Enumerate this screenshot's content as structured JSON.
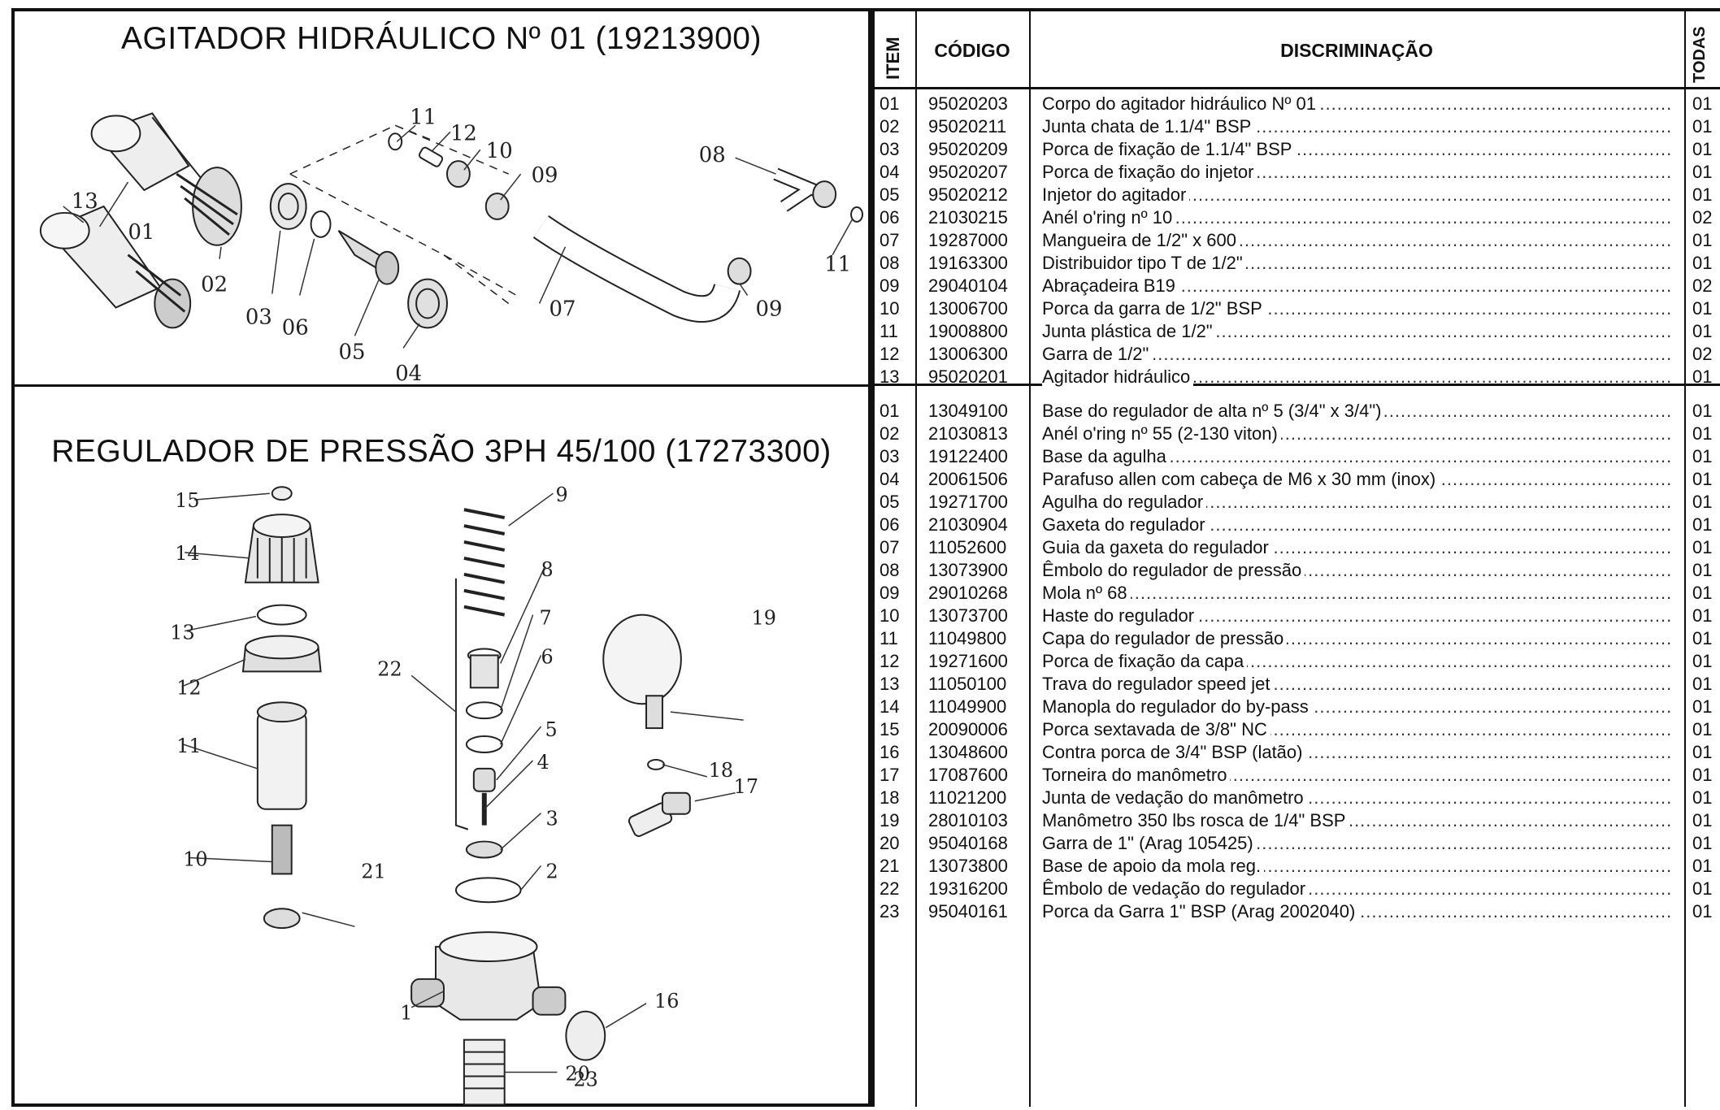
{
  "section1": {
    "title": "AGITADOR HIDRÁULICO Nº 01 (19213900)",
    "callouts": [
      "01",
      "02",
      "03",
      "04",
      "05",
      "06",
      "07",
      "08",
      "09",
      "09",
      "10",
      "11",
      "11",
      "12",
      "13"
    ]
  },
  "section2": {
    "title": "REGULADOR DE PRESSÃO 3PH 45/100 (17273300)",
    "callouts": [
      "1",
      "2",
      "3",
      "4",
      "5",
      "6",
      "7",
      "8",
      "9",
      "10",
      "11",
      "12",
      "13",
      "14",
      "15",
      "16",
      "17",
      "18",
      "19",
      "20",
      "21",
      "22",
      "23"
    ]
  },
  "table": {
    "headers": {
      "item": "ITEM",
      "code": "CÓDIGO",
      "desc": "DISCRIMINAÇÃO",
      "qty": "TODAS"
    },
    "dots": "........................................................................................................................................................................................................",
    "group1": [
      {
        "item": "01",
        "code": "95020203",
        "desc": "Corpo do agitador hidráulico Nº 01",
        "qty": "01"
      },
      {
        "item": "02",
        "code": "95020211",
        "desc": "Junta chata de 1.1/4\" BSP",
        "qty": "01"
      },
      {
        "item": "03",
        "code": "95020209",
        "desc": "Porca de fixação de 1.1/4\" BSP",
        "qty": "01"
      },
      {
        "item": "04",
        "code": "95020207",
        "desc": "Porca de fixação do injetor",
        "qty": "01"
      },
      {
        "item": "05",
        "code": "95020212",
        "desc": "Injetor do agitador",
        "qty": "01"
      },
      {
        "item": "06",
        "code": "21030215",
        "desc": "Anél o'ring nº 10",
        "qty": "02"
      },
      {
        "item": "07",
        "code": "19287000",
        "desc": "Mangueira de 1/2\" x 600",
        "qty": "01"
      },
      {
        "item": "08",
        "code": "19163300",
        "desc": "Distribuidor tipo T de 1/2\"",
        "qty": "01"
      },
      {
        "item": "09",
        "code": "29040104",
        "desc": "Abraçadeira B19",
        "qty": "02"
      },
      {
        "item": "10",
        "code": "13006700",
        "desc": "Porca da garra de 1/2\" BSP",
        "qty": "01"
      },
      {
        "item": "11",
        "code": "19008800",
        "desc": "Junta plástica de 1/2\"",
        "qty": "01"
      },
      {
        "item": "12",
        "code": "13006300",
        "desc": "Garra de 1/2\"",
        "qty": "02"
      },
      {
        "item": "13",
        "code": "95020201",
        "desc": "Agitador hidráulico",
        "qty": "01"
      }
    ],
    "group2": [
      {
        "item": "01",
        "code": "13049100",
        "desc": "Base do regulador de alta nº 5 (3/4\" x 3/4\")",
        "qty": "01"
      },
      {
        "item": "02",
        "code": "21030813",
        "desc": "Anél o'ring nº 55 (2-130 viton)",
        "qty": "01"
      },
      {
        "item": "03",
        "code": "19122400",
        "desc": "Base da agulha",
        "qty": "01"
      },
      {
        "item": "04",
        "code": "20061506",
        "desc": "Parafuso allen com cabeça de M6 x 30 mm (inox)",
        "qty": "01"
      },
      {
        "item": "05",
        "code": "19271700",
        "desc": "Agulha do regulador",
        "qty": "01"
      },
      {
        "item": "06",
        "code": "21030904",
        "desc": "Gaxeta do regulador",
        "qty": "01"
      },
      {
        "item": "07",
        "code": "11052600",
        "desc": "Guia da gaxeta do regulador",
        "qty": "01"
      },
      {
        "item": "08",
        "code": "13073900",
        "desc": "Êmbolo do regulador de pressão",
        "qty": "01"
      },
      {
        "item": "09",
        "code": "29010268",
        "desc": "Mola nº 68",
        "qty": "01"
      },
      {
        "item": "10",
        "code": "13073700",
        "desc": "Haste do regulador",
        "qty": "01"
      },
      {
        "item": "11",
        "code": "11049800",
        "desc": "Capa do regulador de pressão",
        "qty": "01"
      },
      {
        "item": "12",
        "code": "19271600",
        "desc": "Porca de fixação da capa",
        "qty": "01"
      },
      {
        "item": "13",
        "code": "11050100",
        "desc": "Trava do regulador speed jet",
        "qty": "01"
      },
      {
        "item": "14",
        "code": "11049900",
        "desc": "Manopla do regulador do by-pass",
        "qty": "01"
      },
      {
        "item": "15",
        "code": "20090006",
        "desc": "Porca sextavada de 3/8\" NC",
        "qty": "01"
      },
      {
        "item": "16",
        "code": "13048600",
        "desc": "Contra porca de 3/4\" BSP (latão)",
        "qty": "01"
      },
      {
        "item": "17",
        "code": "17087600",
        "desc": "Torneira do manômetro",
        "qty": "01"
      },
      {
        "item": "18",
        "code": "11021200",
        "desc": "Junta de vedação do manômetro",
        "qty": "01"
      },
      {
        "item": "19",
        "code": "28010103",
        "desc": "Manômetro 350 lbs rosca de 1/4\" BSP",
        "qty": "01"
      },
      {
        "item": "20",
        "code": "95040168",
        "desc": "Garra de  1\" (Arag 105425)",
        "qty": "01"
      },
      {
        "item": "21",
        "code": "13073800",
        "desc": "Base de apoio da mola reg.",
        "qty": "01"
      },
      {
        "item": "22",
        "code": "19316200",
        "desc": "Êmbolo de vedação do regulador",
        "qty": "01"
      },
      {
        "item": "23",
        "code": "95040161",
        "desc": "Porca da Garra 1\" BSP (Arag 2002040)",
        "qty": "01"
      }
    ]
  }
}
